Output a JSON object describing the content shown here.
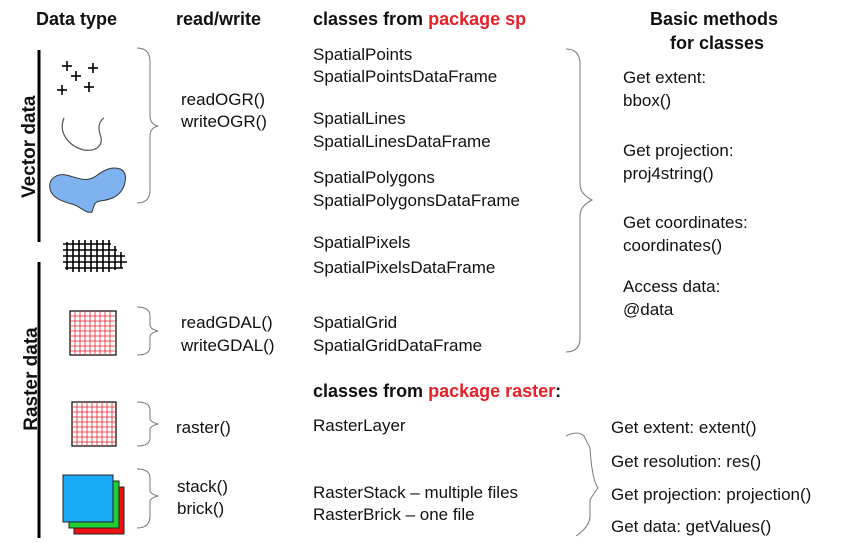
{
  "headers": {
    "data_type": "Data type",
    "read_write": "read/write",
    "classes_sp_prefix": "classes from ",
    "classes_sp_pkg": "package sp",
    "basic_methods_line1": "Basic methods",
    "basic_methods_line2": "for classes",
    "classes_raster_prefix": "classes from ",
    "classes_raster_pkg": "package raster",
    "classes_raster_suffix": ":"
  },
  "side_labels": {
    "vector": "Vector data",
    "raster": "Raster data"
  },
  "io": {
    "ogr": [
      "readOGR()",
      "writeOGR()"
    ],
    "gdal": [
      "readGDAL()",
      "writeGDAL()"
    ],
    "raster": "raster()",
    "stack_brick": [
      "stack()",
      "brick()"
    ]
  },
  "sp_classes": {
    "points": [
      "SpatialPoints",
      "SpatialPointsDataFrame"
    ],
    "lines": [
      "SpatialLines",
      "SpatialLinesDataFrame"
    ],
    "polygons": [
      "SpatialPolygons",
      "SpatialPolygonsDataFrame"
    ],
    "pixels": [
      "SpatialPixels",
      "SpatialPixelsDataFrame"
    ],
    "grid": [
      "SpatialGrid",
      "SpatialGridDataFrame"
    ]
  },
  "sp_methods": [
    [
      "Get extent:",
      "bbox()"
    ],
    [
      "Get projection:",
      "proj4string()"
    ],
    [
      "Get coordinates:",
      "coordinates()"
    ],
    [
      "Access data:",
      "@data"
    ]
  ],
  "raster_classes": {
    "layer": "RasterLayer",
    "stack": "RasterStack – multiple files",
    "brick": "RasterBrick – one file"
  },
  "raster_methods": [
    "Get extent: extent()",
    "Get resolution: res()",
    "Get projection: projection()",
    "Get data: getValues()"
  ],
  "colors": {
    "accent_red": "#e8202a",
    "polygon_fill": "#7fb2f0",
    "grid_red": "#e8202a",
    "stack_blue": "#19a9f5",
    "stack_green": "#22cc33",
    "stack_red": "#ee1111"
  }
}
